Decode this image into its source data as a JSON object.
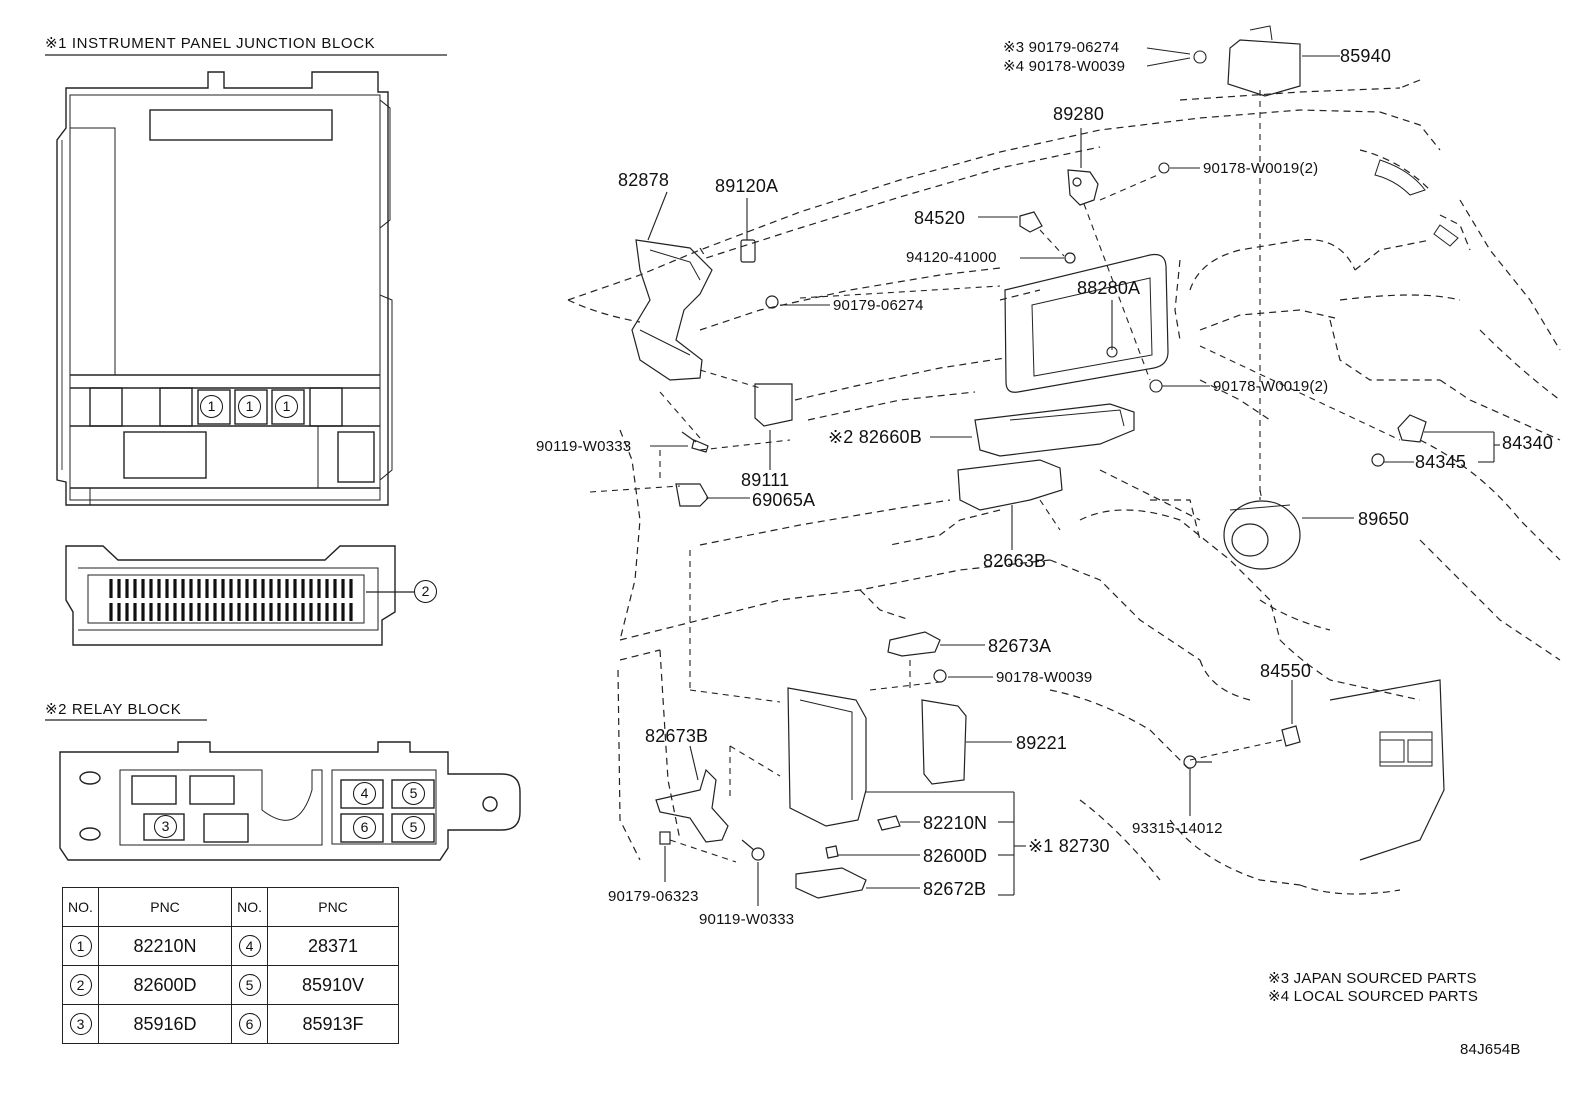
{
  "diagram_id": "84J654B",
  "sections": {
    "junction_block_title": "※1 INSTRUMENT PANEL JUNCTION BLOCK",
    "relay_block_title": "※2 RELAY BLOCK"
  },
  "callouts": {
    "c1": "1",
    "c2": "2",
    "c3": "3",
    "c4": "4",
    "c5": "5",
    "c6": "6"
  },
  "pnc_table": {
    "headers": {
      "no": "NO.",
      "pnc": "PNC"
    },
    "rows": [
      {
        "no_a": "1",
        "pnc_a": "82210N",
        "no_b": "4",
        "pnc_b": "28371"
      },
      {
        "no_a": "2",
        "pnc_a": "82600D",
        "no_b": "5",
        "pnc_b": "85910V"
      },
      {
        "no_a": "3",
        "pnc_a": "85916D",
        "no_b": "6",
        "pnc_b": "85913F"
      }
    ]
  },
  "parts": {
    "p85940": "85940",
    "p90179_06274_top": "※3 90179-06274",
    "p90178_w0039_top": "※4 90178-W0039",
    "p89280": "89280",
    "p90178_w0019_a": "90178-W0019(2)",
    "p82878": "82878",
    "p89120a": "89120A",
    "p84520": "84520",
    "p94120_41000": "94120-41000",
    "p88280a": "88280A",
    "p90179_06274_mid": "90179-06274",
    "p90178_w0019_b": "90178-W0019(2)",
    "p90119_w0333_a": "90119-W0333",
    "p82660b": "※2 82660B",
    "p84340": "84340",
    "p84345": "84345",
    "p89111": "89111",
    "p69065a": "69065A",
    "p89650": "89650",
    "p82663b": "82663B",
    "p82673a": "82673A",
    "p84550": "84550",
    "p90178_w0039_mid": "90178-W0039",
    "p89221": "89221",
    "p82673b": "82673B",
    "p82210n": "82210N",
    "p82730": "※1 82730",
    "p82600d": "82600D",
    "p93315_14012": "93315-14012",
    "p90179_06323": "90179-06323",
    "p82672b": "82672B",
    "p90119_w0333_b": "90119-W0333"
  },
  "notes": {
    "note3": "※3 JAPAN SOURCED PARTS",
    "note4": "※4 LOCAL SOURCED PARTS"
  }
}
